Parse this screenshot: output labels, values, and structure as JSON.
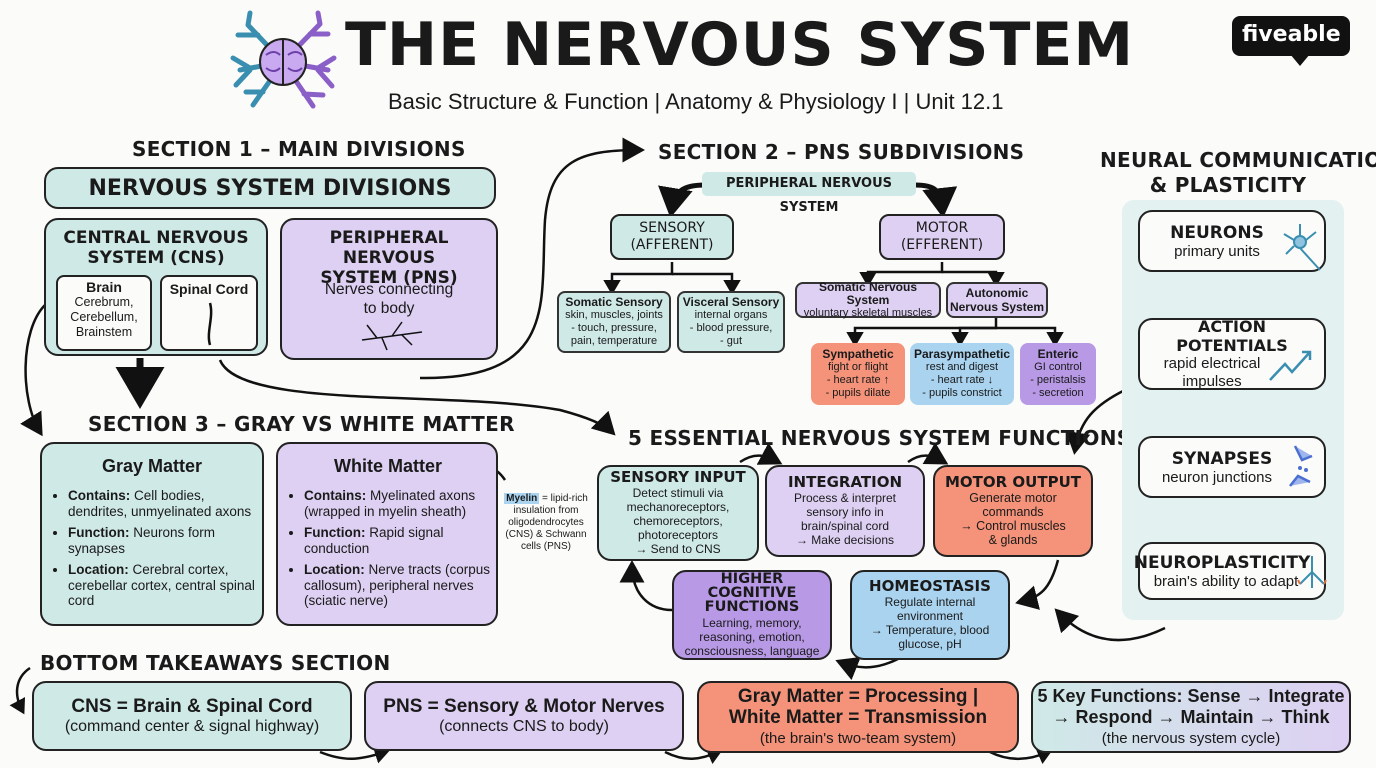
{
  "header": {
    "title": "THE NERVOUS SYSTEM",
    "subtitle": "Basic Structure & Function | Anatomy & Physiology I | Unit 12.1",
    "brand": "fiveable"
  },
  "section1": {
    "heading": "SECTION 1 – MAIN DIVISIONS",
    "banner": "NERVOUS SYSTEM DIVISIONS",
    "cns": {
      "title_l1": "CENTRAL NERVOUS",
      "title_l2": "SYSTEM (CNS)",
      "brain_title": "Brain",
      "brain_l1": "Cerebrum,",
      "brain_l2": "Cerebellum,",
      "brain_l3": "Brainstem",
      "spinal_title": "Spinal Cord"
    },
    "pns": {
      "title_l1": "PERIPHERAL NERVOUS",
      "title_l2": "SYSTEM (PNS)",
      "desc_l1": "Nerves connecting",
      "desc_l2": "to body"
    }
  },
  "section2": {
    "heading": "SECTION 2 – PNS SUBDIVISIONS",
    "root": "PERIPHERAL NERVOUS SYSTEM",
    "sensory_l1": "SENSORY",
    "sensory_l2": "(AFFERENT)",
    "motor_l1": "MOTOR",
    "motor_l2": "(EFFERENT)",
    "somatic_sensory": {
      "title": "Somatic Sensory",
      "l1": "skin, muscles, joints",
      "l2": "- touch, pressure,",
      "l3": "pain, temperature"
    },
    "visceral_sensory": {
      "title": "Visceral Sensory",
      "l1": "internal organs",
      "l2": "- blood pressure,",
      "l3": "- gut"
    },
    "somatic_ns": {
      "title": "Somatic Nervous System",
      "l1": "voluntary skeletal muscles"
    },
    "autonomic": {
      "l1": "Autonomic",
      "l2": "Nervous System"
    },
    "sympathetic": {
      "title": "Sympathetic",
      "l1": "fight or flight",
      "l2": "- heart rate ↑",
      "l3": "- pupils dilate"
    },
    "parasympathetic": {
      "title": "Parasympathetic",
      "l1": "rest and digest",
      "l2": "- heart rate ↓",
      "l3": "- pupils constrict"
    },
    "enteric": {
      "title": "Enteric",
      "l1": "GI control",
      "l2": "- peristalsis",
      "l3": "- secretion"
    }
  },
  "section3": {
    "heading": "SECTION 3 – GRAY VS WHITE MATTER",
    "gray": {
      "title": "Gray Matter",
      "contains_label": "Contains:",
      "contains": "Cell bodies, dendrites, unmyelinated axons",
      "function_label": "Function:",
      "function": "Neurons form synapses",
      "location_label": "Location:",
      "location": "Cerebral cortex, cerebellar cortex, central spinal cord"
    },
    "white": {
      "title": "White Matter",
      "contains_label": "Contains:",
      "contains": "Myelinated axons (wrapped in myelin sheath)",
      "function_label": "Function:",
      "function": "Rapid signal conduction",
      "location_label": "Location:",
      "location": "Nerve tracts (corpus callosum), peripheral nerves (sciatic nerve)"
    },
    "myelin_note": {
      "term": "Myelin",
      "l1": "= lipid-rich",
      "l2": "insulation from",
      "l3": "oligodendrocytes",
      "l4": "(CNS) & Schwann",
      "l5": "cells (PNS)"
    }
  },
  "functions": {
    "heading": "5 ESSENTIAL NERVOUS SYSTEM FUNCTIONS",
    "sensory_input": {
      "title": "SENSORY INPUT",
      "l1": "Detect stimuli via",
      "l2": "mechanoreceptors,",
      "l3": "chemoreceptors,",
      "l4": "photoreceptors",
      "l5": "→ Send to CNS"
    },
    "integration": {
      "title": "INTEGRATION",
      "l1": "Process & interpret",
      "l2": "sensory info in",
      "l3": "brain/spinal cord",
      "l4": "→ Make decisions"
    },
    "motor_output": {
      "title": "MOTOR OUTPUT",
      "l1": "Generate motor",
      "l2": "commands",
      "l3": "→ Control muscles",
      "l4": "& glands"
    },
    "higher": {
      "title_l1": "HIGHER COGNITIVE",
      "title_l2": "FUNCTIONS",
      "l1": "Learning, memory,",
      "l2": "reasoning, emotion,",
      "l3": "consciousness, language"
    },
    "homeostasis": {
      "title": "HOMEOSTASIS",
      "l1": "Regulate internal",
      "l2": "environment",
      "l3": "→ Temperature, blood",
      "l4": "glucose, pH"
    }
  },
  "neural": {
    "heading_l1": "NEURAL COMMUNICATION",
    "heading_l2": "& PLASTICITY",
    "neurons": {
      "title": "NEURONS",
      "desc": "primary units"
    },
    "action": {
      "title": "ACTION POTENTIALS",
      "l1": "rapid electrical",
      "l2": "impulses"
    },
    "synapses": {
      "title": "SYNAPSES",
      "desc": "neuron junctions"
    },
    "plasticity": {
      "title": "NEUROPLASTICITY",
      "desc": "brain's ability to adapt"
    }
  },
  "takeaways": {
    "heading": "BOTTOM TAKEAWAYS SECTION",
    "t1": {
      "l1": "CNS = Brain & Spinal Cord",
      "l2": "(command center & signal highway)"
    },
    "t2": {
      "l1": "PNS = Sensory & Motor Nerves",
      "l2": "(connects CNS to body)"
    },
    "t3": {
      "l1": "Gray Matter = Processing |",
      "l2": "White Matter = Transmission",
      "l3": "(the brain's two-team system)"
    },
    "t4": {
      "l1": "5 Key Functions: Sense → Integrate",
      "l2": "→ Respond → Maintain → Think",
      "l3": "(the nervous system cycle)"
    }
  },
  "colors": {
    "teal": "#cfe9e7",
    "purple": "#ddd0f2",
    "salmon": "#f4937a",
    "blue": "#a9d3ef",
    "violet": "#b899e6"
  },
  "icons": [
    "neuron-brain-logo",
    "brain-icon",
    "spinal-cord-icon",
    "nerve-branch-icon",
    "eye-icon",
    "nose-icon",
    "hand-icon",
    "brain-gear-icon",
    "muscle-arrow-icon",
    "lightbulb-head-icon",
    "scale-icon",
    "thermometer-icon",
    "neuron-icon",
    "lightning-arrow-icon",
    "synapse-icon",
    "adapt-arrows-icon"
  ]
}
